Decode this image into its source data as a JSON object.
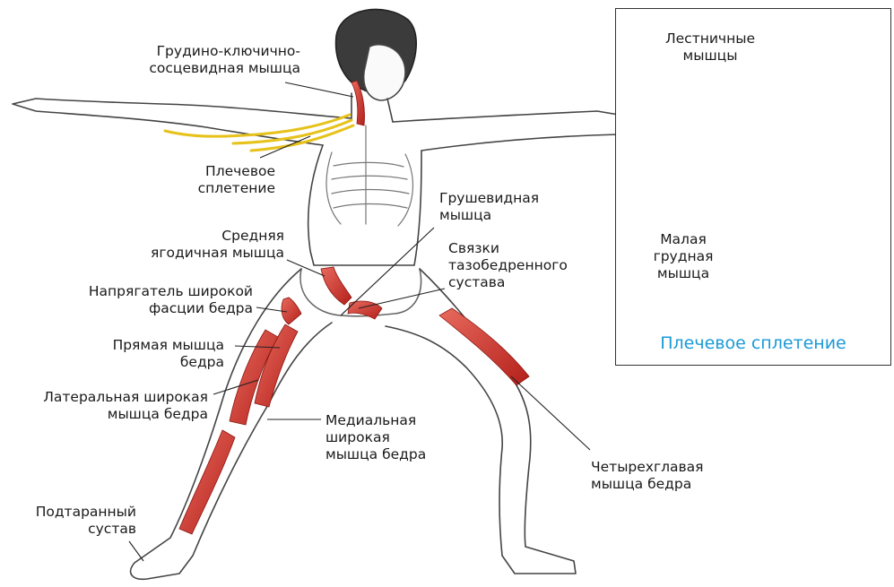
{
  "colors": {
    "muscle": "#c9281f",
    "muscle_light": "#e0584d",
    "nerve": "#e6c21a",
    "bone": "#6b6b6b",
    "inset_title": "#1a9ad6"
  },
  "labels": {
    "scm": "Грудино-ключично-\nсосцевидная мышца",
    "brachial_plexus": "Плечевое\nсплетение",
    "gluteus_medius": "Средняя\nягодичная мышца",
    "tensor_fasciae_latae": "Напрягатель широкой\nфасции бедра",
    "rectus_femoris": "Прямая мышца\nбедра",
    "vastus_lateralis": "Латеральная широкая\nмышца бедра",
    "subtalar_joint": "Подтаранный\nсустав",
    "piriformis": "Грушевидная\nмышца",
    "hip_ligaments": "Связки\nтазобедренного\nсустава",
    "vastus_medialis": "Медиальная\nширокая\nмышца бедра",
    "quadriceps": "Четырехглавая\nмышца бедра"
  },
  "inset": {
    "title": "Плечевое сплетение",
    "labels": {
      "scalenes": "Лестничные\nмышцы",
      "pectoralis_minor": "Малая\nгрудная\nмышца"
    }
  }
}
